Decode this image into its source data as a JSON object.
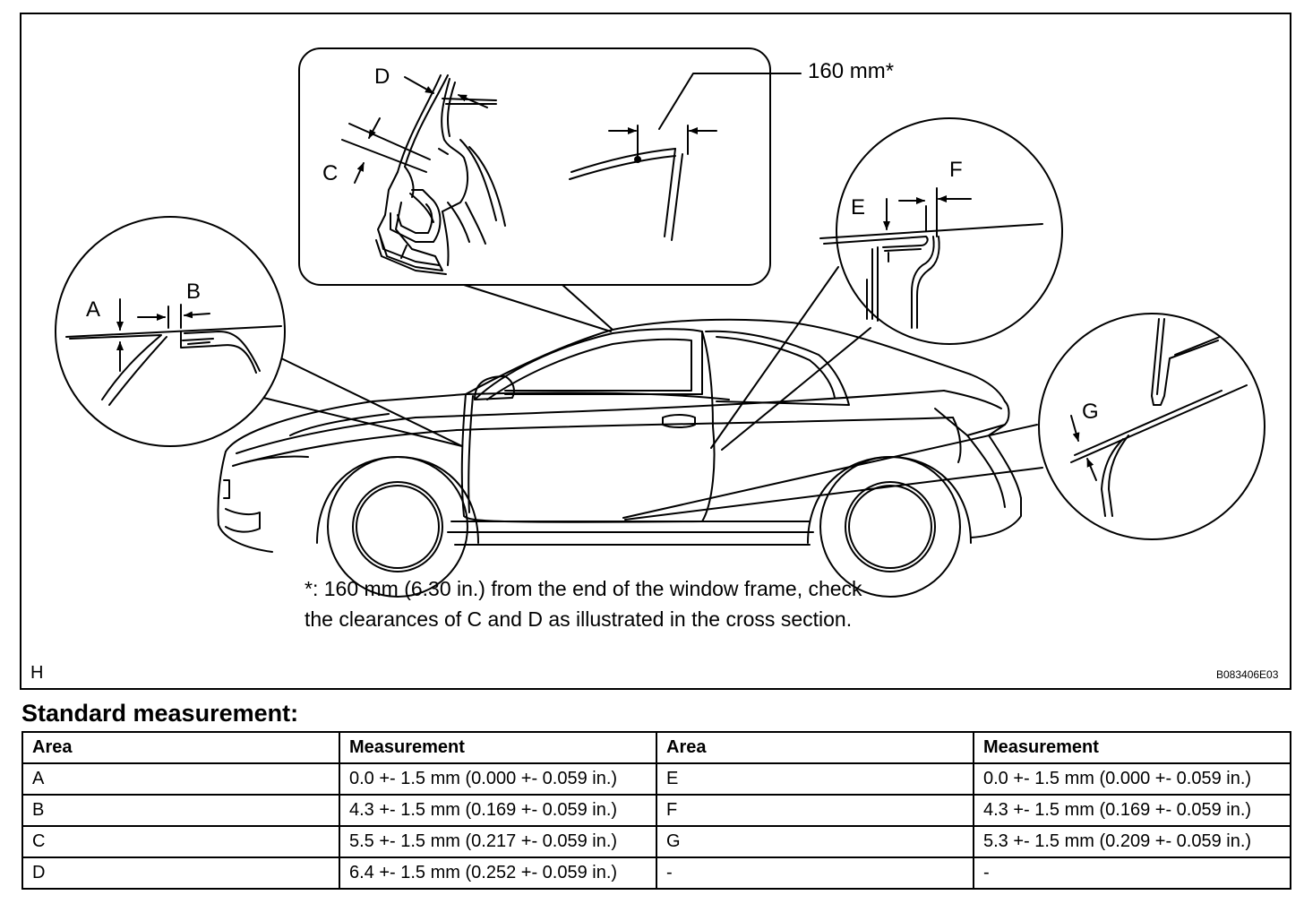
{
  "figure": {
    "callouts": {
      "a": "A",
      "b": "B",
      "c": "C",
      "d": "D",
      "e": "E",
      "f": "F",
      "g": "G",
      "dimension": "160 mm*"
    },
    "note_lines": [
      "*: 160 mm (6.30 in.) from the end of the window frame, check",
      "the clearances of C and D as illustrated in the cross section."
    ],
    "corner_label": "H",
    "figure_code": "B083406E03"
  },
  "section_title": "Standard measurement:",
  "table": {
    "headers": [
      "Area",
      "Measurement",
      "Area",
      "Measurement"
    ],
    "rows": [
      [
        "A",
        "0.0 +- 1.5 mm (0.000 +- 0.059 in.)",
        "E",
        "0.0 +- 1.5 mm (0.000 +- 0.059 in.)"
      ],
      [
        "B",
        "4.3 +- 1.5 mm (0.169 +- 0.059 in.)",
        "F",
        "4.3 +- 1.5 mm (0.169 +- 0.059 in.)"
      ],
      [
        "C",
        "5.5 +- 1.5 mm (0.217 +- 0.059 in.)",
        "G",
        "5.3 +- 1.5 mm (0.209 +- 0.059 in.)"
      ],
      [
        "D",
        "6.4 +- 1.5 mm (0.252 +- 0.059 in.)",
        "-",
        "-"
      ]
    ]
  }
}
